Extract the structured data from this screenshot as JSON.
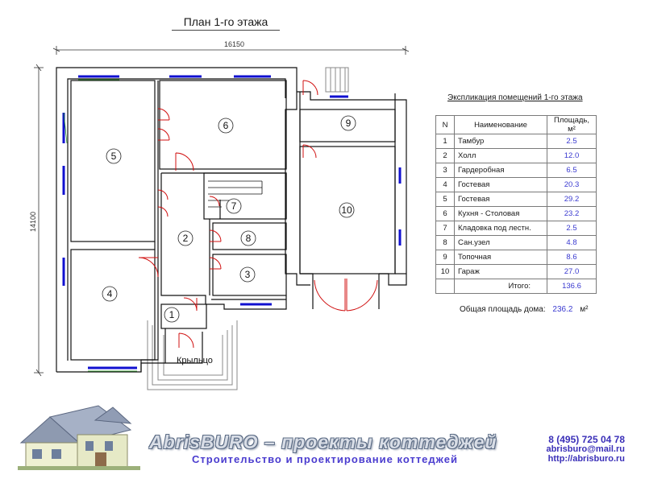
{
  "title": "План 1-го этажа",
  "dimensions": {
    "width": "16150",
    "height": "14100"
  },
  "rooms": [
    {
      "number": "1",
      "label": "1"
    },
    {
      "number": "2",
      "label": "2"
    },
    {
      "number": "3",
      "label": "3"
    },
    {
      "number": "4",
      "label": "4"
    },
    {
      "number": "5",
      "label": "5"
    },
    {
      "number": "6",
      "label": "6"
    },
    {
      "number": "7",
      "label": "7"
    },
    {
      "number": "8",
      "label": "8"
    },
    {
      "number": "9",
      "label": "9"
    },
    {
      "number": "10",
      "label": "10"
    }
  ],
  "porch_label": "Крыльцо",
  "explication": {
    "title": "Экспликация помещений 1-го этажа",
    "headers": {
      "n": "N",
      "name": "Наименование",
      "area": "Площадь, м²"
    },
    "rows": [
      {
        "n": "1",
        "name": "Тамбур",
        "area": "2.5"
      },
      {
        "n": "2",
        "name": "Холл",
        "area": "12.0"
      },
      {
        "n": "3",
        "name": "Гардеробная",
        "area": "6.5"
      },
      {
        "n": "4",
        "name": "Гостевая",
        "area": "20.3"
      },
      {
        "n": "5",
        "name": "Гостевая",
        "area": "29.2"
      },
      {
        "n": "6",
        "name": "Кухня - Столовая",
        "area": "23.2"
      },
      {
        "n": "7",
        "name": "Кладовка под лестн.",
        "area": "2.5"
      },
      {
        "n": "8",
        "name": "Сан.узел",
        "area": "4.8"
      },
      {
        "n": "9",
        "name": "Топочная",
        "area": "8.6"
      },
      {
        "n": "10",
        "name": "Гараж",
        "area": "27.0"
      }
    ],
    "total_label": "Итого:",
    "total_value": "136.6"
  },
  "house_total": {
    "label": "Общая площадь дома:",
    "value": "236.2",
    "unit": "м²"
  },
  "footer": {
    "brand": "AbrisBURO – проекты коттеджей",
    "subtitle": "Строительство и проектирование коттеджей",
    "phone": "8 (495) 725 04 78",
    "email": "abrisburo@mail.ru",
    "url": "http://abrisburo.ru"
  },
  "colors": {
    "window": "#1010d0",
    "door": "#d01010",
    "wall": "#111111",
    "number_text": "#3a3ad0"
  }
}
